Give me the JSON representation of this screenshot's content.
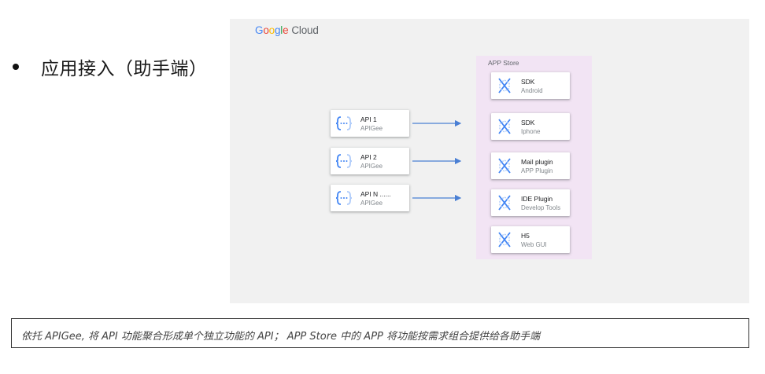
{
  "bullet": {
    "text": "应用接入（助手端）"
  },
  "logo": {
    "google": [
      "G",
      "o",
      "o",
      "g",
      "l",
      "e"
    ],
    "google_colors": [
      "#4285F4",
      "#EA4335",
      "#FBBC05",
      "#4285F4",
      "#34A853",
      "#EA4335"
    ],
    "cloud": "Cloud"
  },
  "store": {
    "title": "APP Store"
  },
  "api_cards": [
    {
      "title": "API  1",
      "sub": "APIGee",
      "icon": "apigee-icon"
    },
    {
      "title": "API 2",
      "sub": "APIGee",
      "icon": "apigee-icon"
    },
    {
      "title": "API N ......",
      "sub": "APIGee",
      "icon": "apigee-icon"
    }
  ],
  "app_cards": [
    {
      "title": "SDK",
      "sub": "Android",
      "icon": "endpoints-icon"
    },
    {
      "title": "SDK",
      "sub": "Iphone",
      "icon": "endpoints-icon"
    },
    {
      "title": "Mail plugin",
      "sub": "APP Plugin",
      "icon": "endpoints-icon"
    },
    {
      "title": "IDE Plugin",
      "sub": "Develop Tools",
      "icon": "endpoints-icon"
    },
    {
      "title": "H5",
      "sub": "Web GUI",
      "icon": "endpoints-icon"
    }
  ],
  "colors": {
    "arrow": "#4a7fd4",
    "icon_blue": "#4285F4",
    "store_bg": "#f2e4f4"
  },
  "caption": {
    "text": "依托 APIGee, 将 API 功能聚合形成单个独立功能的 API； APP Store 中的 APP 将功能按需求组合提供给各助手端"
  }
}
